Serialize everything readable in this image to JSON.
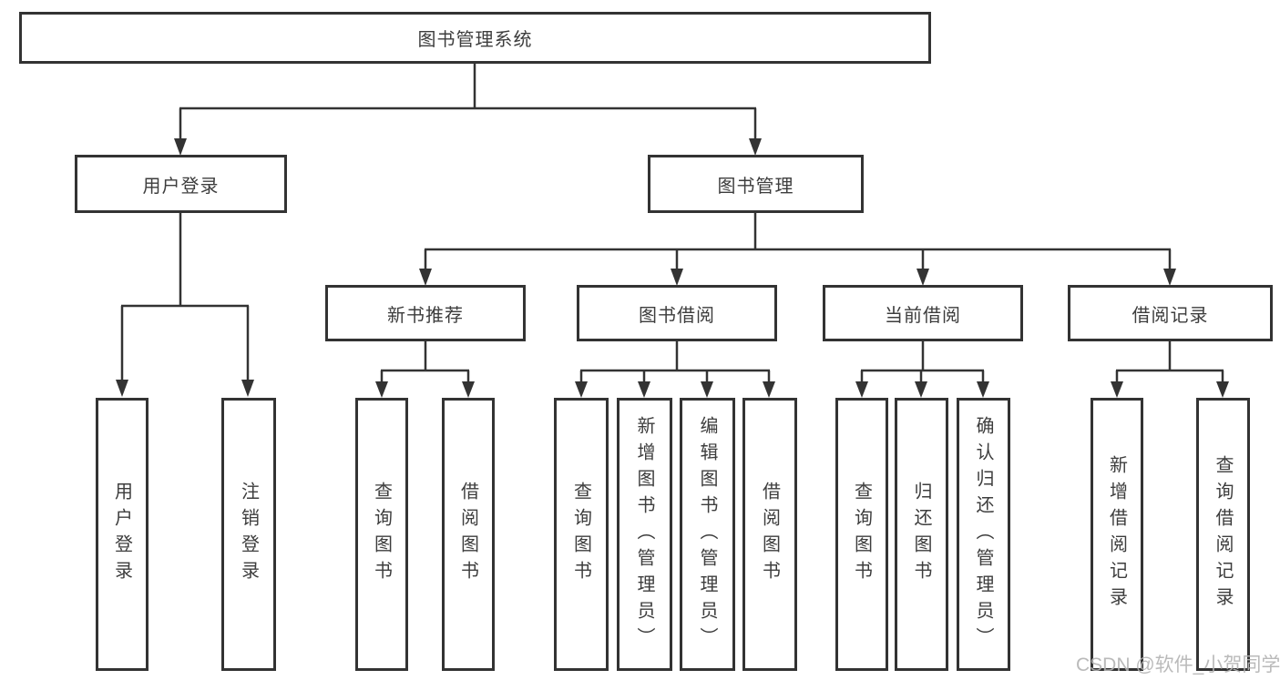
{
  "colors": {
    "line": "#333333",
    "box_border": "#333333",
    "box_fill": "#ffffff",
    "text": "#3d3d3d",
    "watermark": "#b2b2b2"
  },
  "tree": {
    "root": {
      "label": "图书管理系统"
    },
    "user_branch": {
      "label": "用户登录",
      "children": [
        {
          "label": "用户登录"
        },
        {
          "label": "注销登录"
        }
      ]
    },
    "book_branch": {
      "label": "图书管理",
      "groups": [
        {
          "label": "新书推荐",
          "children": [
            {
              "label": "查询图书"
            },
            {
              "label": "借阅图书"
            }
          ]
        },
        {
          "label": "图书借阅",
          "children": [
            {
              "label": "查询图书"
            },
            {
              "label": "新增图书（管理员）"
            },
            {
              "label": "编辑图书（管理员）"
            },
            {
              "label": "借阅图书"
            }
          ]
        },
        {
          "label": "当前借阅",
          "children": [
            {
              "label": "查询图书"
            },
            {
              "label": "归还图书"
            },
            {
              "label": "确认归还（管理员）"
            }
          ]
        },
        {
          "label": "借阅记录",
          "children": [
            {
              "label": "新增借阅记录"
            },
            {
              "label": "查询借阅记录"
            }
          ]
        }
      ]
    }
  },
  "watermark": {
    "text": "CSDN @软件_小贺同学"
  }
}
